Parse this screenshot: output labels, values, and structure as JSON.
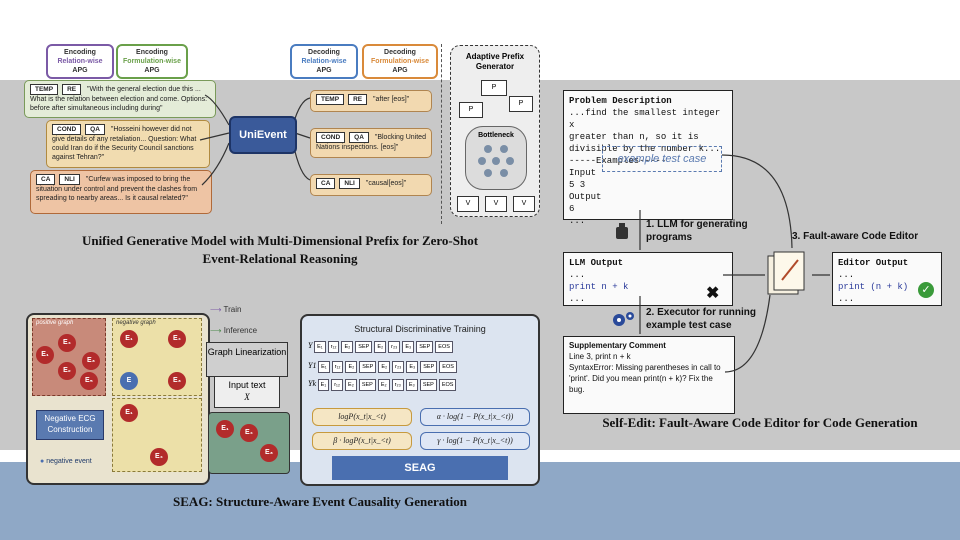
{
  "panel1": {
    "tags": [
      {
        "title": "Encoding",
        "sub": "Relation-wise",
        "apg": "APG"
      },
      {
        "title": "Encoding",
        "sub": "Formulation-wise",
        "apg": "APG"
      },
      {
        "title": "Decoding",
        "sub": "Relation-wise",
        "apg": "APG"
      },
      {
        "title": "Decoding",
        "sub": "Formulation-wise",
        "apg": "APG"
      }
    ],
    "inputs": [
      {
        "c1": "TEMP",
        "c2": "RE",
        "text": "\"With the general election due this ... What is the relation between election and come. Options: before after simultaneous including during\""
      },
      {
        "c1": "COND",
        "c2": "QA",
        "text": "\"Hosseini however did not give details of any retaliation... Question: What could Iran do if the Security Council sanctions against Tehran?\""
      },
      {
        "c1": "CA",
        "c2": "NLI",
        "text": "\"Curfew was imposed to bring the situation under control and prevent the clashes from spreading to nearby areas... Is it causal related?\""
      }
    ],
    "model": "UniEvent",
    "outputs": [
      {
        "c1": "TEMP",
        "c2": "RE",
        "text": "\"after [eos]\""
      },
      {
        "c1": "COND",
        "c2": "QA",
        "text": "\"Blocking United Nations inspections. [eos]\""
      },
      {
        "c1": "CA",
        "c2": "NLI",
        "text": "\"causal[eos]\""
      }
    ],
    "generator": {
      "title": "Adaptive Prefix Generator",
      "bottleneck": "Bottleneck"
    },
    "caption": "Unified Generative Model with Multi-Dimensional Prefix for Zero-Shot Event-Relational Reasoning"
  },
  "panel2": {
    "problem_title": "Problem Description",
    "problem_lines": [
      "...find the smallest integer x",
      "greater than n, so it is",
      "divisible by the number k...",
      "-----Examples-----",
      "Input",
      "5 3",
      "Output",
      "6",
      "...",
      "..."
    ],
    "example_label": "example test case",
    "step1": "1. LLM for generating programs",
    "step2": "2. Executor for running example test case",
    "step3": "3. Fault-aware Code Editor",
    "llm_title": "LLM Output",
    "llm_lines": [
      "...",
      "print n + k",
      "..."
    ],
    "editor_title": "Editor Output",
    "editor_lines": [
      "...",
      "print (n + k)",
      "..."
    ],
    "comment_title": "Supplementary Comment",
    "comment_lines": [
      "Line 3, print n + k",
      "SyntaxError: Missing parentheses in call to 'print'. Did you mean print(n + k)? Fix the bug."
    ],
    "caption": "Self-Edit: Fault-Aware Code Editor for Code Generation"
  },
  "panel3": {
    "legend_train": "Train",
    "legend_inference": "Inference",
    "positive_label": "positive graph",
    "negative_label": "negative graph",
    "negative_event": "negative event",
    "neg_ecg": "Negative ECG Construction",
    "graph_lin": "Graph Linearization",
    "input_text": "Input text",
    "input_var": "X",
    "training_title": "Structural Discriminative Training",
    "rows": [
      "Y",
      "Y1",
      "Yk"
    ],
    "formulas": [
      "logP(x_t|x_<t)",
      "α · log(1 − P(x_t|x_<t))",
      "β · logP(x_t|x_<t)",
      "γ · log(1 − P(x_t|x_<t))"
    ],
    "seag": "SEAG",
    "caption": "SEAG: Structure-Aware Event Causality Generation"
  },
  "colors": {
    "accent": "#3a5a9a",
    "band": "#c8c8c8",
    "bottom": "#8fa8c6"
  }
}
